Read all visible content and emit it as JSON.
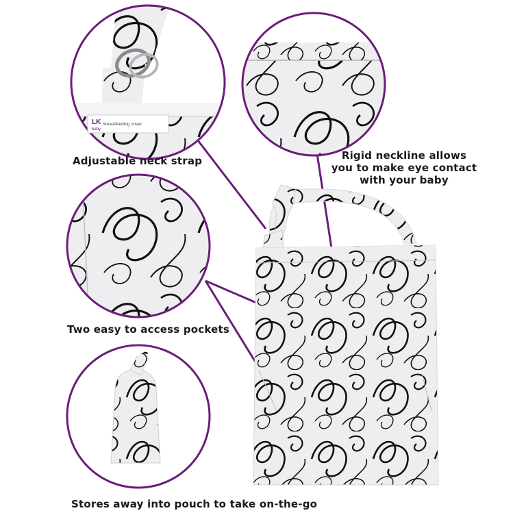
{
  "callouts": {
    "strap": "Adjustable neck strap",
    "neckline": [
      "Rigid neckline allows",
      "you to make eye contact",
      "with your baby"
    ],
    "pockets": "Two easy to access pockets",
    "pouch": "Stores away into pouch to take on-the-go"
  },
  "label_tag": {
    "brand_line1": "LK",
    "brand_line2": "baby",
    "tag_text": "breastfeeding cover"
  },
  "colors": {
    "accent_purple": "#6a1e79",
    "fabric": "#eeeef0",
    "swirl": "#111111"
  }
}
